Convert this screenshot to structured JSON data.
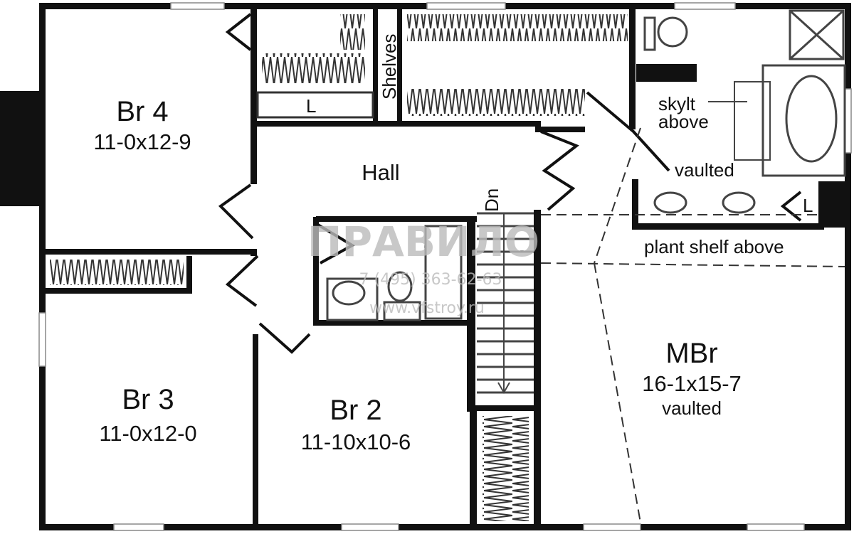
{
  "rooms": {
    "br4": {
      "name": "Br 4",
      "size": "11-0x12-9"
    },
    "br3": {
      "name": "Br 3",
      "size": "11-0x12-0"
    },
    "br2": {
      "name": "Br 2",
      "size": "11-10x10-6"
    },
    "mbr": {
      "name": "MBr",
      "size": "16-1x15-7",
      "note": "vaulted"
    },
    "hall": {
      "name": "Hall"
    }
  },
  "labels": {
    "shelves": "Shelves",
    "linen_top": "L",
    "linen_bath": "L",
    "skylight": "skylt",
    "skylight_2": "above",
    "bath_vaulted": "vaulted",
    "plant_shelf": "plant shelf above",
    "stair_down": "Dn"
  },
  "watermark": {
    "logo": "ПРАВИЛО",
    "phone": "7 (495) 363-62-63",
    "site": "www.vfstroy.ru"
  },
  "colors": {
    "wall": "#111111",
    "line": "#555555",
    "watermark": "#bbbbbb"
  }
}
